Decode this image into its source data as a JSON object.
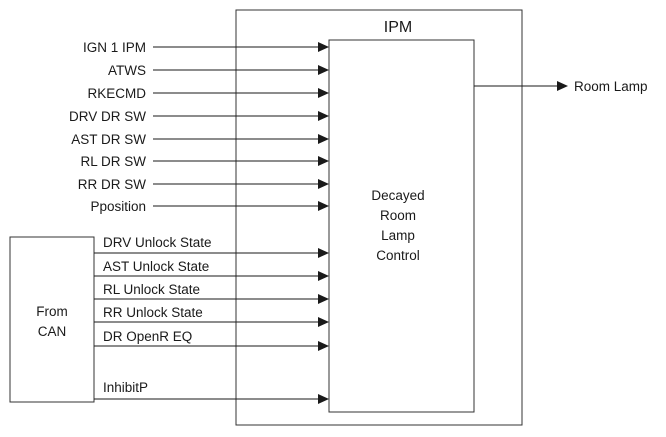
{
  "ipm": {
    "title": "IPM"
  },
  "control": {
    "lines": [
      "Decayed",
      "Room",
      "Lamp",
      "Control"
    ]
  },
  "can": {
    "lines": [
      "From",
      "CAN"
    ]
  },
  "direct_inputs": [
    "IGN 1 IPM",
    "ATWS",
    "RKECMD",
    "DRV DR SW",
    "AST DR SW",
    "RL DR SW",
    "RR DR SW",
    "Pposition"
  ],
  "can_inputs": [
    "DRV Unlock State",
    "AST Unlock State",
    "RL Unlock State",
    "RR Unlock State",
    "DR OpenR EQ",
    "InhibitP"
  ],
  "output": "Room Lamp"
}
